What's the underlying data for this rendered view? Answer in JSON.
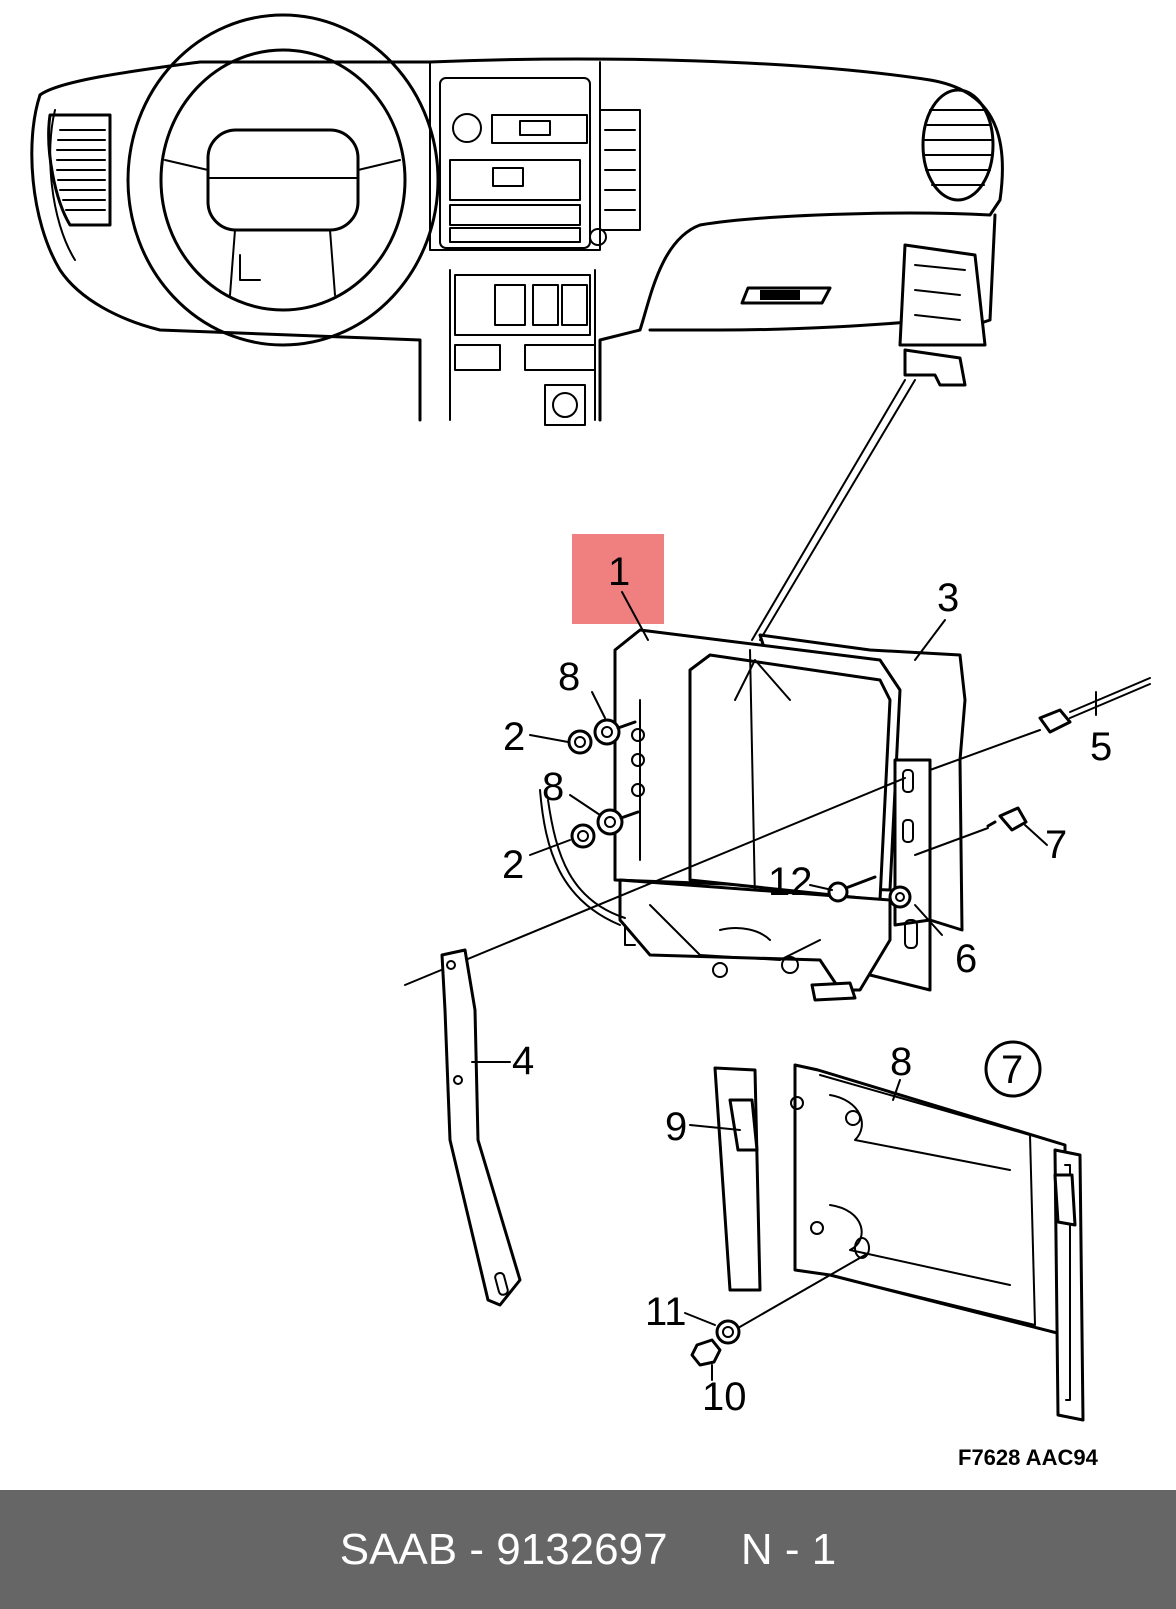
{
  "callouts": {
    "c1": "1",
    "c2a": "2",
    "c2b": "2",
    "c3": "3",
    "c4": "4",
    "c5": "5",
    "c6": "6",
    "c7": "7",
    "c8a": "8",
    "c8b": "8",
    "c8c": "8",
    "c9": "9",
    "c10": "10",
    "c11": "11",
    "c12": "12",
    "c7circle": "7"
  },
  "figure_ref": "F7628 AAC94",
  "footer": {
    "brand": "SAAB",
    "separator": "-",
    "part_number": "9132697",
    "position": "N - 1"
  },
  "colors": {
    "highlight": "#f08080",
    "footer_bg": "#666666",
    "footer_text": "#ffffff"
  }
}
